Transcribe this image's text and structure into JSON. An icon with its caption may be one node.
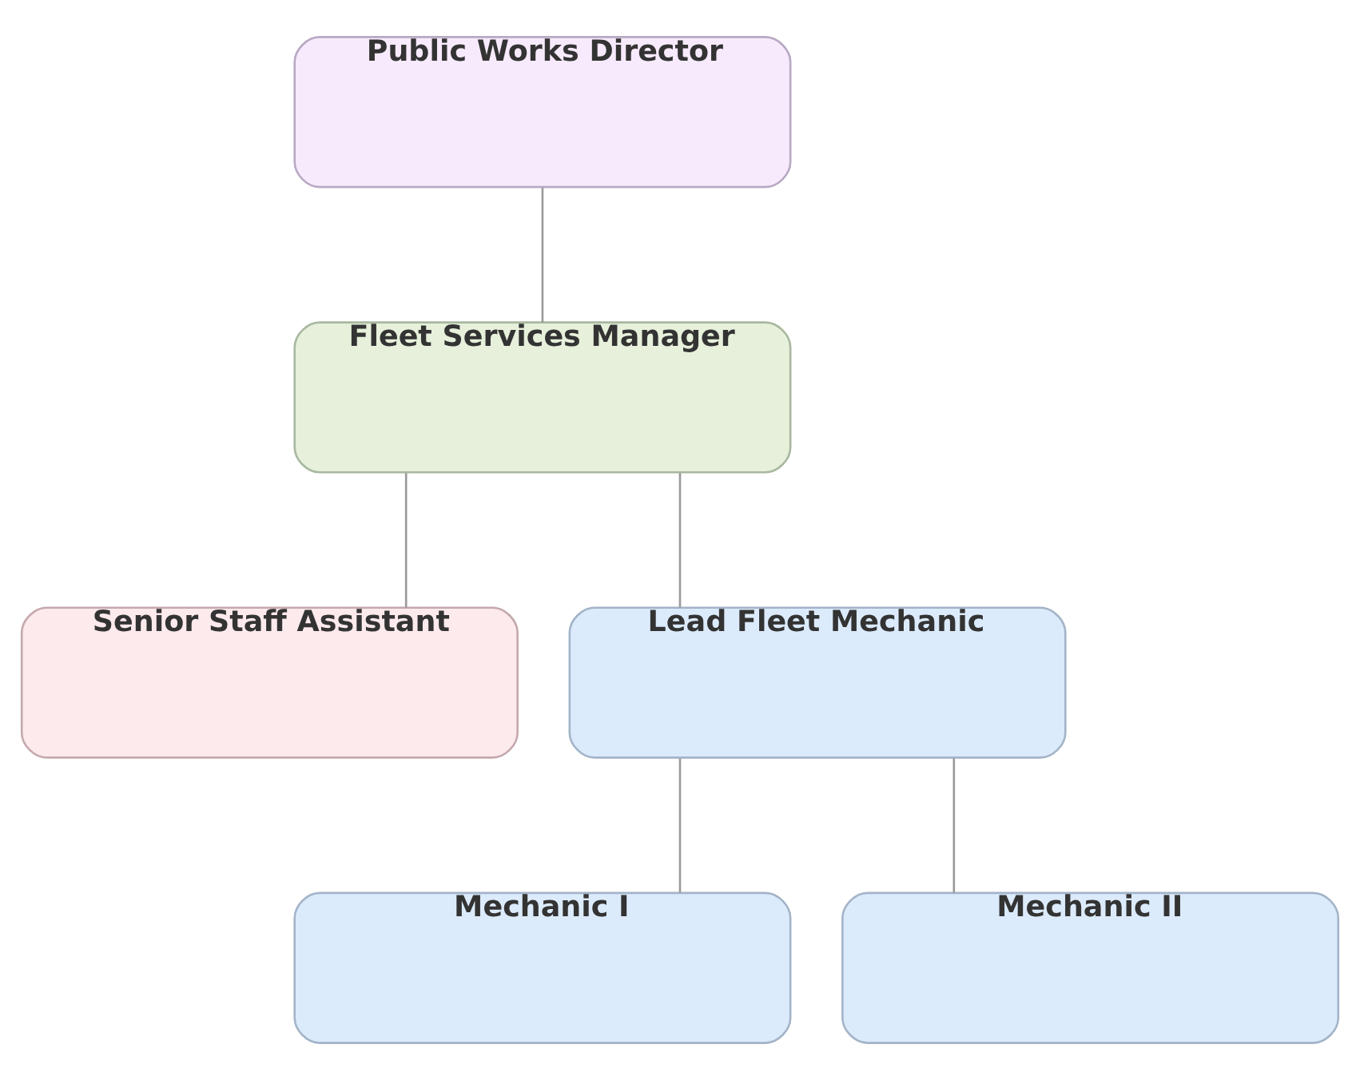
{
  "diagram": {
    "nodes": [
      {
        "text": [
          "Public Works Director"
        ]
      },
      {
        "text": [
          "Fleet Services Manager"
        ]
      },
      {
        "text": [
          "Senior Staff Assistant"
        ]
      },
      {
        "text": [
          "Lead Fleet Mechanic"
        ]
      },
      {
        "text": [
          "Mechanic I"
        ]
      },
      {
        "text": [
          "Mechanic II"
        ]
      }
    ],
    "edges": [
      {
        "from": 0,
        "to": 1,
        "arrow": "none"
      },
      {
        "from": 1,
        "to": 2,
        "arrow": "none"
      },
      {
        "from": 1,
        "to": 3,
        "arrow": "none"
      },
      {
        "from": 3,
        "to": 4,
        "arrow": "none"
      },
      {
        "from": 3,
        "to": 5,
        "arrow": "none"
      }
    ]
  }
}
